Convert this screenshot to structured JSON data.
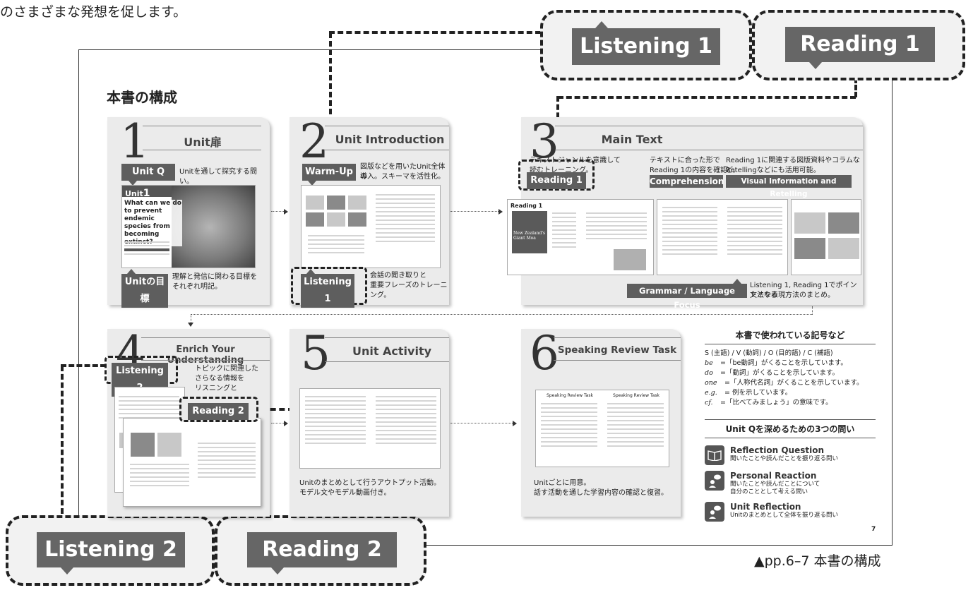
{
  "intro_text": "のさまざまな発想を促します。",
  "labels": {
    "listening1": "Listening 1",
    "reading1": "Reading 1",
    "listening2": "Listening 2",
    "reading2": "Reading 2"
  },
  "spread_title": "本書の構成",
  "cards": [
    {
      "num": "1",
      "title": "Unit扉"
    },
    {
      "num": "2",
      "title": "Unit Introduction"
    },
    {
      "num": "3",
      "title": "Main Text"
    },
    {
      "num": "4",
      "title": "Enrich Your Understanding"
    },
    {
      "num": "5",
      "title": "Unit Activity"
    },
    {
      "num": "6",
      "title": "Speaking Review Task"
    }
  ],
  "card1": {
    "unitq_tag": "Unit Q",
    "unitq_desc": "Unitを通して探究する問い。",
    "unit_label": "Unit",
    "unit_no": "1",
    "question": "What can we do to prevent endemic species from becoming extinct?",
    "goal_tag": "Unitの目標",
    "goal_desc_1": "理解と発信に関わる目標を",
    "goal_desc_2": "それぞれ明記。"
  },
  "card2": {
    "warmup_tag": "Warm-Up",
    "warmup_desc_1": "図版などを用いたUnit全体の",
    "warmup_desc_2": "導入。スキーマを活性化。",
    "listen_tag": "Listening 1",
    "listen_desc_1": "会話の聞き取りと",
    "listen_desc_2": "重要フレーズのトレーニング。"
  },
  "card3": {
    "col1_1": "テキストジャンルを意識して",
    "col1_2": "読むトレーニング。",
    "reading_tag": "Reading 1",
    "col2_1": "テキストに合った形で",
    "col2_2": "Reading 1の内容を確認。",
    "comp_tag": "Comprehension",
    "col3_1": "Reading 1に関連する図版資料やコラムなど。",
    "col3_2": "Retellingなどにも活用可能。",
    "visual_tag": "Visual Information and Retelling",
    "grammar_tag": "Grammar / Language Focus",
    "grammar_desc_1": "Listening 1, Reading 1でポイントとなる",
    "grammar_desc_2": "文法や表現方法のまとめ。",
    "page_heading": "Reading 1",
    "cover_title": "New Zealand's Giant Moa"
  },
  "card4": {
    "listen_tag": "Listening 2",
    "desc_1": "トピックに関連した",
    "desc_2": "さらなる情報を",
    "desc_3": "リスニングと",
    "reading_tag": "Reading 2"
  },
  "card5": {
    "desc_1": "Unitのまとめとして行うアウトプット活動。",
    "desc_2": "モデル文やモデル動画付き。"
  },
  "card6": {
    "sheet_title": "Speaking Review Task",
    "desc_1": "Unitごとに用意。",
    "desc_2": "話す活動を通した学習内容の確認と復習。"
  },
  "symbols": {
    "heading": "本書で使われている記号など",
    "legend_line": "S (主語) / V (動詞) / O (目的語) / C (補語)",
    "items": [
      {
        "key": "be",
        "desc": "=「be動詞」がくることを示しています。"
      },
      {
        "key": "do",
        "desc": "=「動詞」がくることを示しています。"
      },
      {
        "key": "one",
        "desc": "=「人称代名詞」がくることを示しています。"
      },
      {
        "key": "e.g.",
        "desc": "= 例を示しています。"
      },
      {
        "key": "cf.",
        "desc": "=「比べてみましょう」の意味です。"
      }
    ]
  },
  "questions": {
    "heading": "Unit Qを深めるための3つの問い",
    "items": [
      {
        "title": "Reflection Question",
        "desc_1": "聞いたことや読んだことを振り返る問い",
        "desc_2": ""
      },
      {
        "title": "Personal Reaction",
        "desc_1": "聞いたことや読んだことについて",
        "desc_2": "自分のこととして考える問い"
      },
      {
        "title": "Unit Reflection",
        "desc_1": "Unitのまとめとして全体を振り返る問い",
        "desc_2": ""
      }
    ]
  },
  "page_number": "7",
  "caption": "▲pp.6–7 本書の構成"
}
